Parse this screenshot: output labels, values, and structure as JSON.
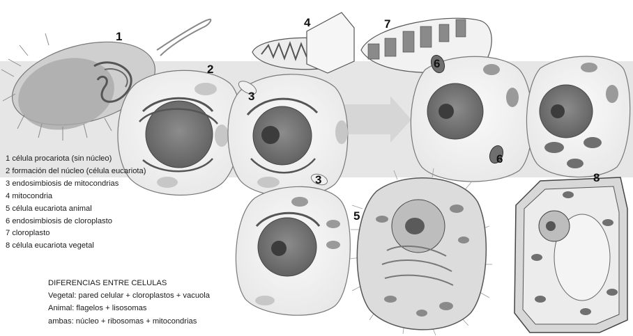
{
  "labels": [
    "1",
    "2",
    "3",
    "3",
    "4",
    "7",
    "6",
    "6",
    "5",
    "8"
  ],
  "legend": [
    "1 célula procariota (sin núcleo)",
    "2 formación del núcleo (célula eucariota)",
    "3 endosimbiosis de mitocondrias",
    "4 mitocondria",
    "5 célula eucariota animal",
    "6 endosimbiosis de cloroplasto",
    "7 cloroplasto",
    "8 célula eucariota vegetal"
  ],
  "differences": {
    "title": "DIFERENCIAS ENTRE CELULAS",
    "lines": [
      "Vegetal: pared celular + cloroplastos + vacuola",
      "Animal: flagelos + lisosomas",
      "ambas: núcleo + ribosomas + mitocondrias"
    ]
  },
  "colors": {
    "band": "#dcdcdc",
    "cell_fill": "#f4f4f4",
    "nucleus": "#7a7a7a",
    "nucleolus": "#3c3c3c",
    "organelle": "#9a9a9a",
    "chloroplast": "#6f6f6f"
  }
}
